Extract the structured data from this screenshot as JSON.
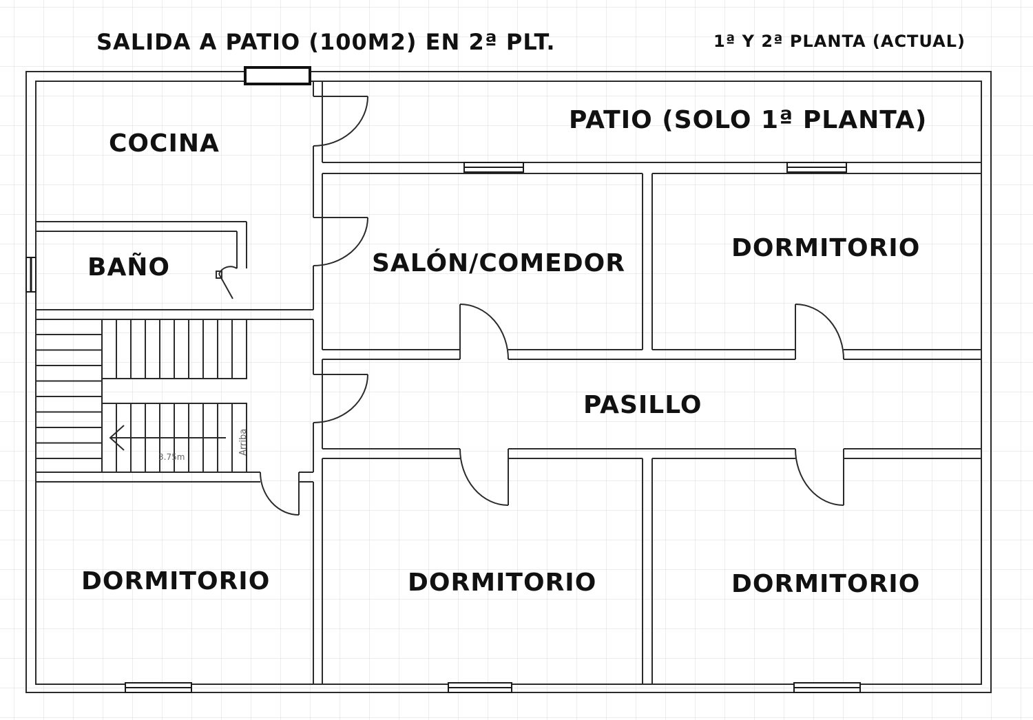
{
  "header": {
    "exit_note": "SALIDA A PATIO (100M2) EN 2ª PLT.",
    "plan_title": "1ª Y 2ª PLANTA (ACTUAL)"
  },
  "rooms": {
    "cocina": "COCINA",
    "bano": "BAÑO",
    "patio": "PATIO (SOLO 1ª PLANTA)",
    "salon": "SALÓN/COMEDOR",
    "dorm_top_right": "DORMITORIO",
    "pasillo": "PASILLO",
    "dorm_bottom_left": "DORMITORIO",
    "dorm_bottom_mid": "DORMITORIO",
    "dorm_bottom_right": "DORMITORIO"
  },
  "stairs": {
    "direction_label": "Arriba",
    "length_label": "3.75m"
  },
  "colors": {
    "grid": "#d9d9d9",
    "wall": "#2a2a2a",
    "text": "#111111"
  }
}
